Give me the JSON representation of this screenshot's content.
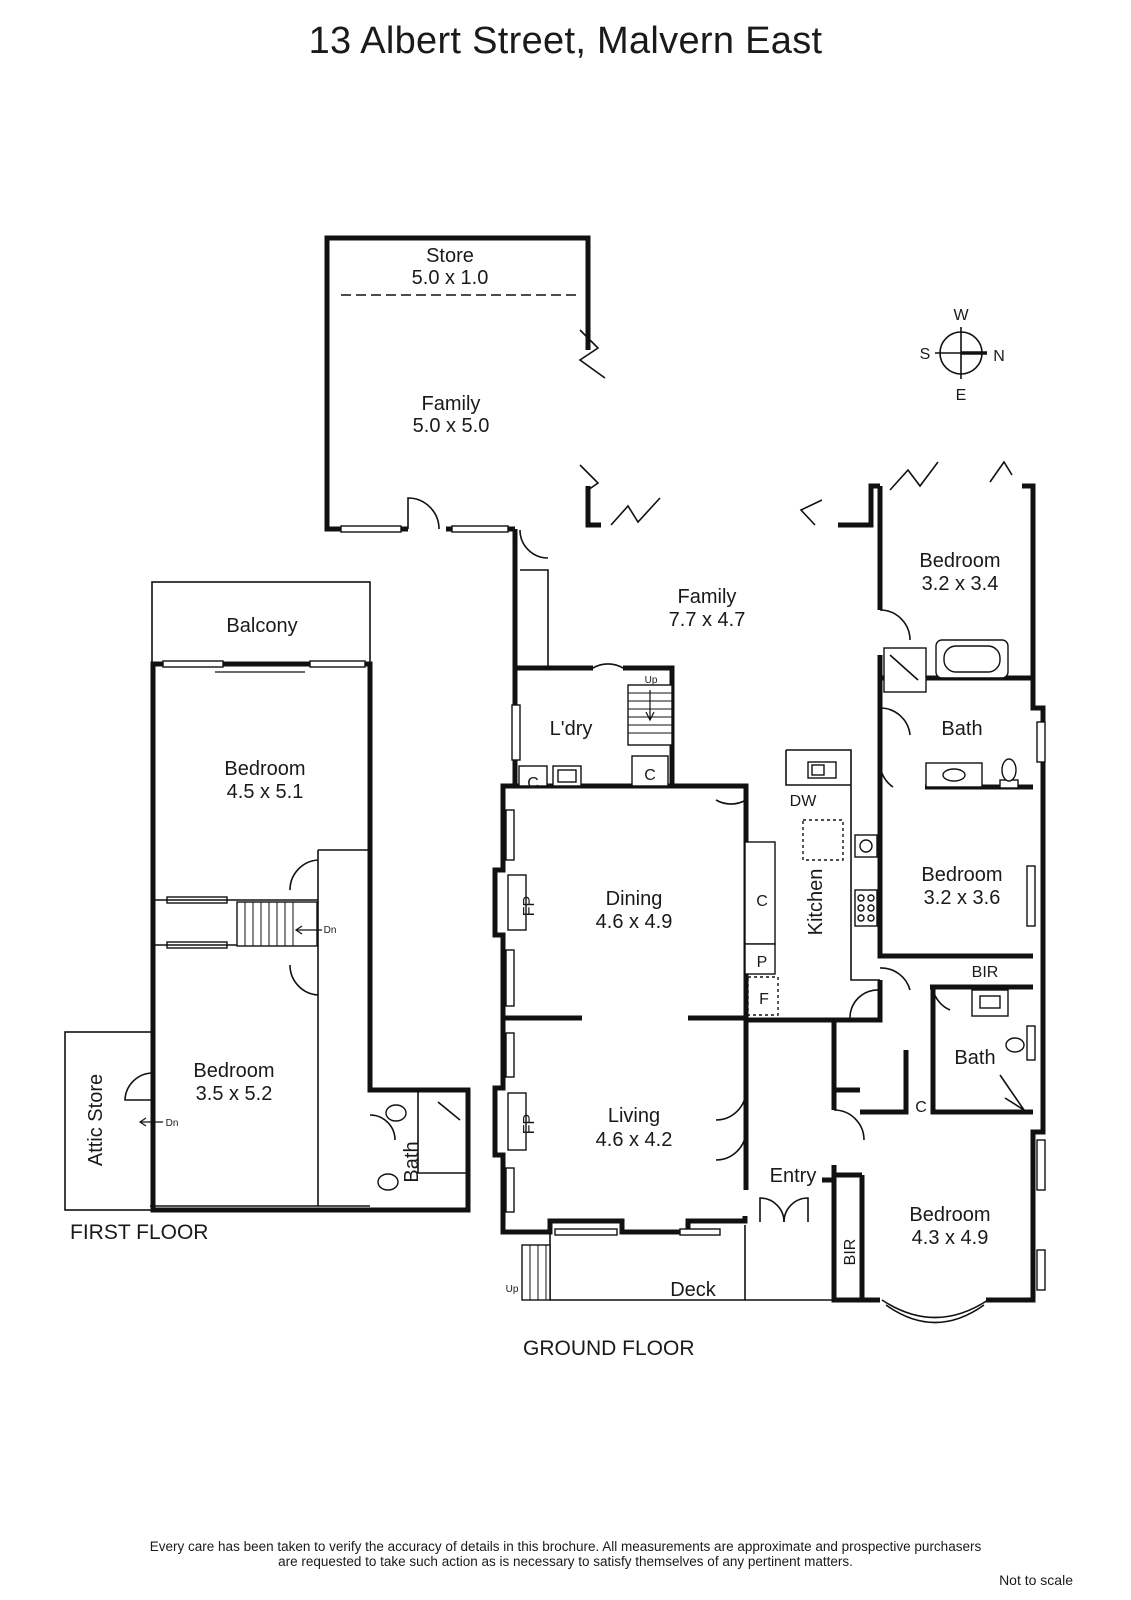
{
  "title": "13 Albert Street, Malvern East",
  "compass": {
    "north": "N",
    "south": "S",
    "east": "E",
    "west": "W"
  },
  "floors": {
    "first": "FIRST FLOOR",
    "ground": "GROUND FLOOR"
  },
  "rooms": {
    "store": {
      "name": "Store",
      "size": "5.0 x 1.0"
    },
    "family_upper": {
      "name": "Family",
      "size": "5.0 x 5.0"
    },
    "family_main": {
      "name": "Family",
      "size": "7.7 x 4.7"
    },
    "bedroom_ne": {
      "name": "Bedroom",
      "size": "3.2 x 3.4"
    },
    "bath_e": {
      "name": "Bath"
    },
    "laundry": {
      "name": "L'dry"
    },
    "dining": {
      "name": "Dining",
      "size": "4.6 x 4.9"
    },
    "kitchen": {
      "name": "Kitchen"
    },
    "bedroom_e2": {
      "name": "Bedroom",
      "size": "3.2 x 3.6"
    },
    "bath_e2": {
      "name": "Bath"
    },
    "living": {
      "name": "Living",
      "size": "4.6 x 4.2"
    },
    "entry": {
      "name": "Entry"
    },
    "bedroom_se": {
      "name": "Bedroom",
      "size": "4.3 x 4.9"
    },
    "deck": {
      "name": "Deck"
    },
    "balcony": {
      "name": "Balcony"
    },
    "bedroom_first1": {
      "name": "Bedroom",
      "size": "4.5 x 5.1"
    },
    "bedroom_first2": {
      "name": "Bedroom",
      "size": "3.5 x 5.2"
    },
    "attic": {
      "name": "Attic Store"
    },
    "bath_first": {
      "name": "Bath"
    }
  },
  "labels": {
    "c": "C",
    "p": "P",
    "f": "F",
    "fp": "FP",
    "dw": "DW",
    "bir": "BIR",
    "up": "Up",
    "dn": "Dn"
  },
  "disclaimer": {
    "line1": "Every care has been taken to verify the accuracy of details in this brochure.  All measurements are approximate and prospective purchasers",
    "line2": "are requested to take such action as is necessary to satisfy themselves of any pertinent matters."
  },
  "scale_note": "Not to scale"
}
